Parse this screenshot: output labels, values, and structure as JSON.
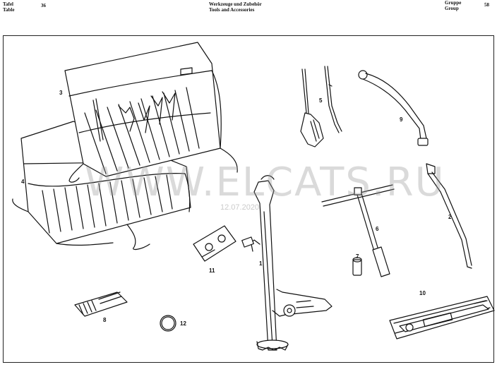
{
  "header": {
    "left_label_de": "Tafel",
    "left_label_en": "Table",
    "table_number": "36",
    "title_de": "Werkzeuge und Zubehör",
    "title_en": "Tools and Accessories",
    "right_label_de": "Gruppe",
    "right_label_en": "Group",
    "group_number": "58"
  },
  "callouts": [
    "1",
    "2",
    "3",
    "4",
    "5",
    "6",
    "7",
    "8",
    "9",
    "10",
    "11",
    "12"
  ],
  "watermark": {
    "text": "WWW.ELCATS.RU",
    "date": "12.07.2020"
  }
}
